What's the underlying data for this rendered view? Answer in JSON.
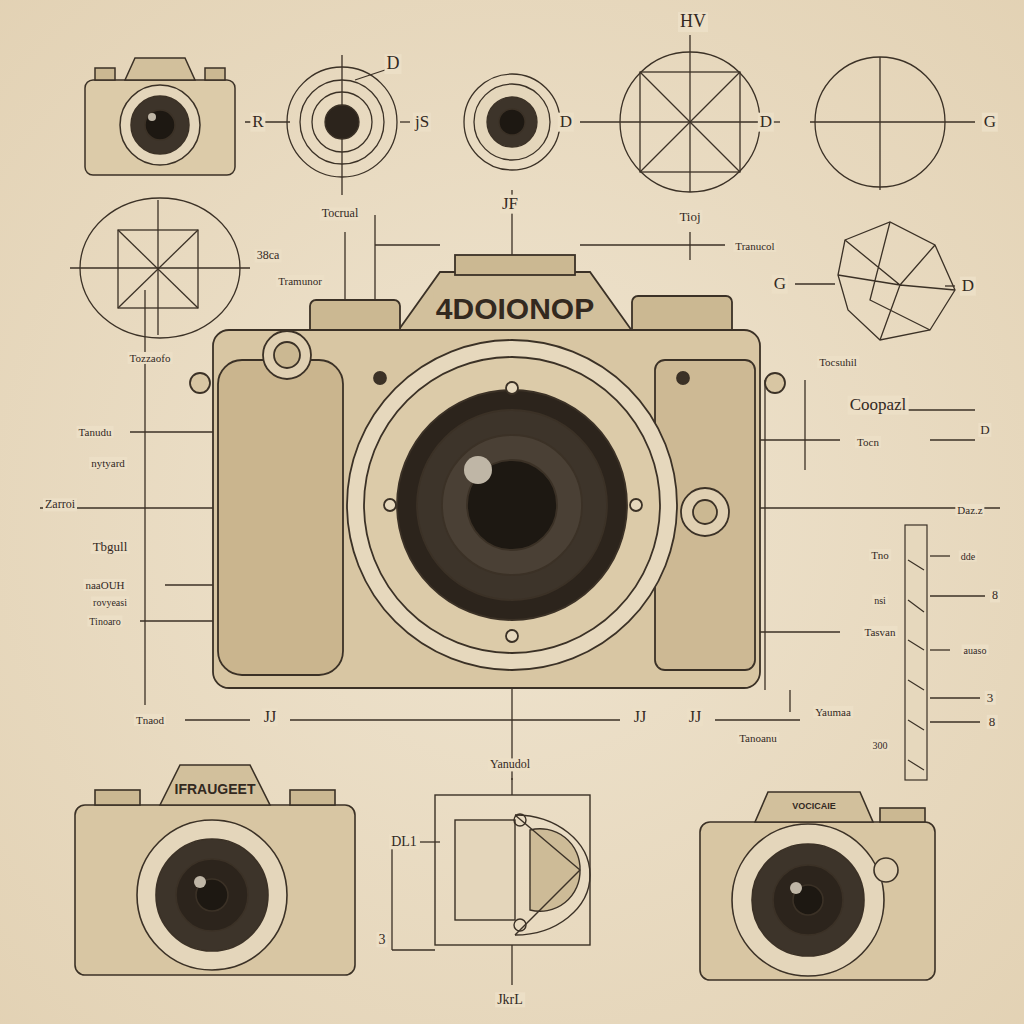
{
  "diagram": {
    "labels": [
      "HV",
      "D",
      "R",
      "jS",
      "D",
      "D",
      "G",
      "JF",
      "Tocrual",
      "Tioj",
      "Tranucol",
      "38ca",
      "Tramunor",
      "G",
      "D",
      "4DOIONOP",
      "Tozzaofo",
      "Tocsuhil",
      "Coopazl",
      "Tocn",
      "D",
      "Tanudu",
      "nytyard",
      "Zarroi",
      "Daz.z",
      "Tbgull",
      "Tno",
      "dde",
      "naaOUH",
      "rovyeasi",
      "Tinoaro",
      "nsi",
      "8",
      "Tasvan",
      "auaso",
      "3",
      "8",
      "Yaumaa",
      "Tnaod",
      "Tanoanu",
      "300",
      "JJ",
      "JJ",
      "JJ",
      "Yanudol",
      "IFRAUGEET",
      "DL1",
      "3",
      "JkrL",
      "VOCICAIE"
    ]
  }
}
